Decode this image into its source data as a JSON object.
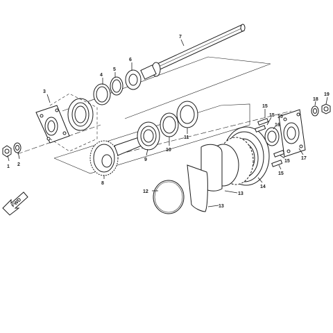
{
  "callouts": {
    "c1": "1",
    "c2": "2",
    "c3": "3",
    "c4": "4",
    "c5": "5",
    "c6": "6",
    "c7": "7",
    "c8": "8",
    "c9": "9",
    "c10": "10",
    "c11": "11",
    "c12": "12",
    "c13a": "13",
    "c13b": "13",
    "c14": "14",
    "c15a": "15",
    "c15b": "15",
    "c15c": "15",
    "c15d": "15",
    "c15e": "15",
    "c16": "16",
    "c17": "17",
    "c18": "18",
    "c19": "19"
  },
  "fwd_label": "FWD"
}
